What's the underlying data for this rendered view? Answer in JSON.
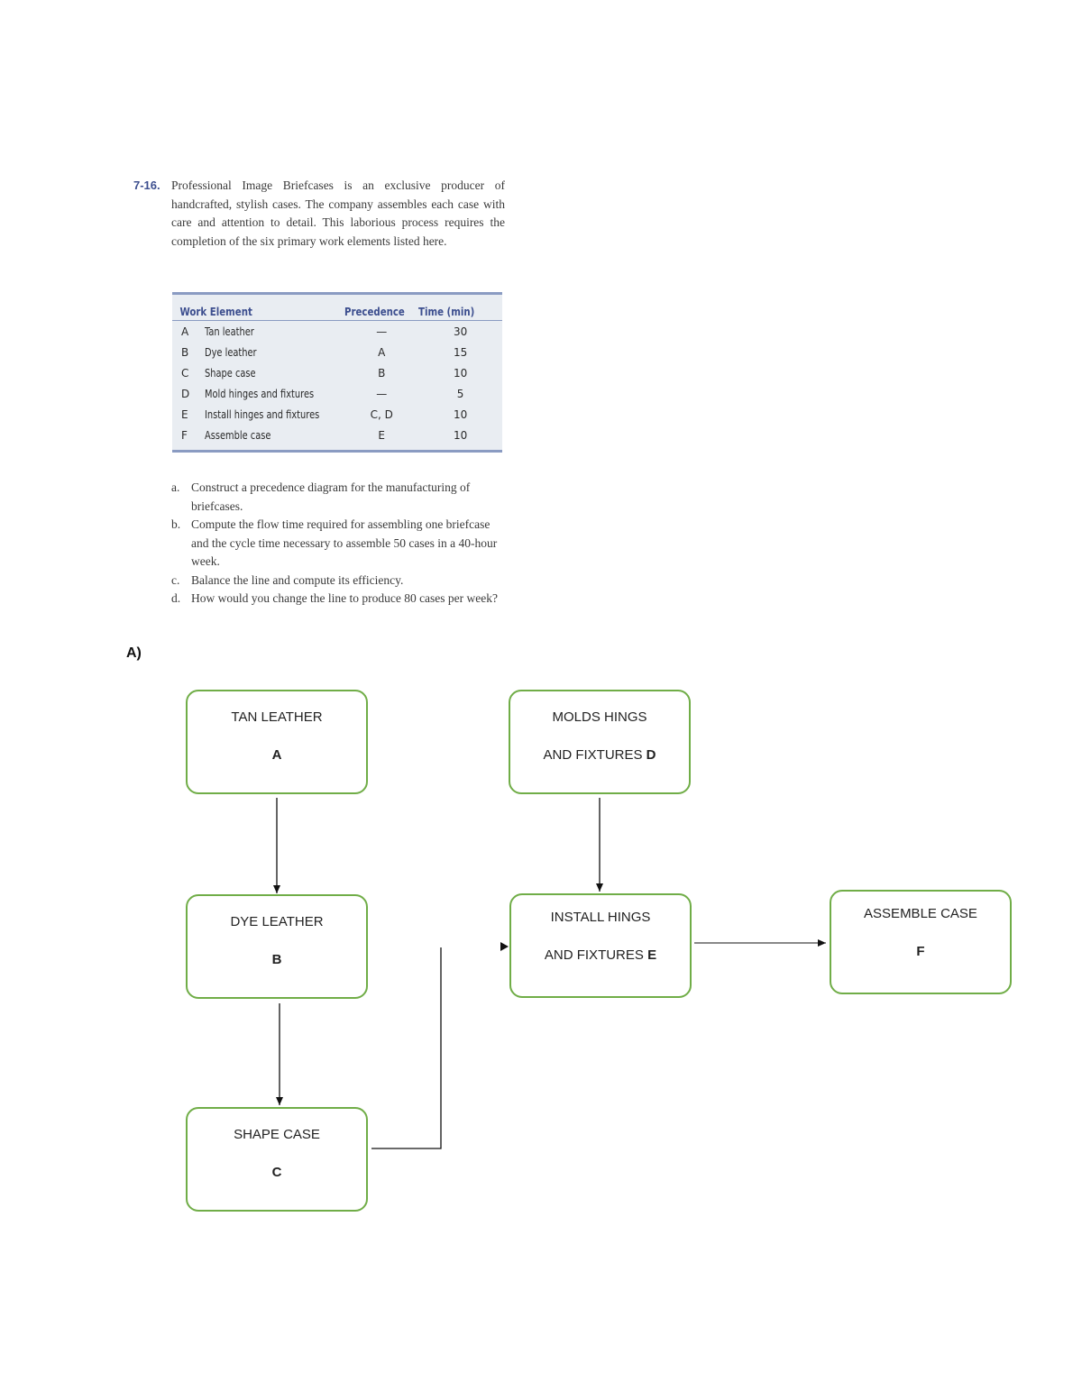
{
  "problem": {
    "number": "7-16.",
    "intro": "Professional Image Briefcases is an exclusive producer of handcrafted, stylish cases. The company assembles each case with care and attention to detail. This laborious process requires the completion of the six primary work elements listed here."
  },
  "table": {
    "headers": {
      "element": "Work Element",
      "precedence": "Precedence",
      "time": "Time (min)"
    },
    "rows": [
      {
        "id": "A",
        "name": "Tan leather",
        "precedence": "—",
        "time": "30"
      },
      {
        "id": "B",
        "name": "Dye leather",
        "precedence": "A",
        "time": "15"
      },
      {
        "id": "C",
        "name": "Shape case",
        "precedence": "B",
        "time": "10"
      },
      {
        "id": "D",
        "name": "Mold hinges and fixtures",
        "precedence": "—",
        "time": "5"
      },
      {
        "id": "E",
        "name": "Install hinges and fixtures",
        "precedence": "C, D",
        "time": "10"
      },
      {
        "id": "F",
        "name": "Assemble case",
        "precedence": "E",
        "time": "10"
      }
    ]
  },
  "questions": [
    {
      "letter": "a.",
      "text": "Construct a precedence diagram for the manufacturing of briefcases."
    },
    {
      "letter": "b.",
      "text": "Compute the flow time required for assembling one briefcase and the cycle time necessary to assemble 50 cases in a 40-hour week."
    },
    {
      "letter": "c.",
      "text": "Balance the line and compute its efficiency."
    },
    {
      "letter": "d.",
      "text": "How would you change the line to produce 80 cases per week?"
    }
  ],
  "answer_label": "A)",
  "diagram": {
    "border_color": "#70ad47",
    "nodes": {
      "A": {
        "line1": "TAN LEATHER",
        "id": "A"
      },
      "B": {
        "line1": "DYE LEATHER",
        "id": "B"
      },
      "C": {
        "line1": "SHAPE CASE",
        "id": "C"
      },
      "D": {
        "line1": "MOLDS HINGS",
        "line2": "AND FIXTURES",
        "id": "D"
      },
      "E": {
        "line1": "INSTALL HINGS",
        "line2": "AND FIXTURES",
        "id": "E"
      },
      "F": {
        "line1": "ASSEMBLE CASE",
        "id": "F"
      }
    },
    "edges": [
      [
        "A",
        "B"
      ],
      [
        "B",
        "C"
      ],
      [
        "C",
        "E"
      ],
      [
        "D",
        "E"
      ],
      [
        "E",
        "F"
      ]
    ]
  }
}
